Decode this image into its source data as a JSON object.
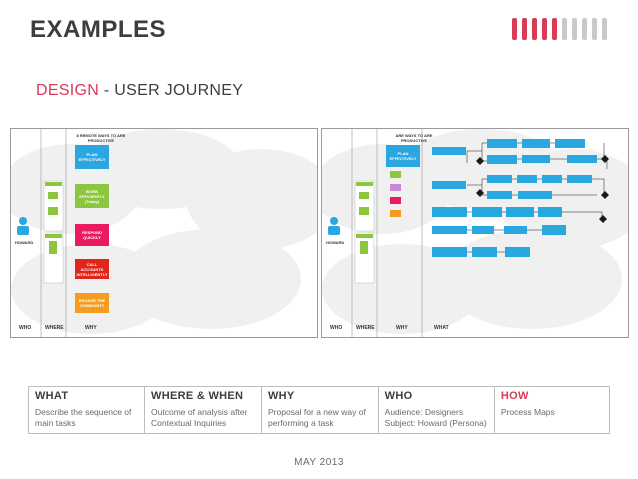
{
  "title": "EXAMPLES",
  "subtitle": {
    "accent": "DESIGN",
    "rest": "- USER JOURNEY"
  },
  "colors": {
    "accent": "#d93a56",
    "plan": "#2aa6e0",
    "work": "#8cc63f",
    "respond": "#ea1b5e",
    "call": "#e1251b",
    "orange": "#f39c1e",
    "blue": "#29a8e0"
  },
  "left_diagram": {
    "header": "8 REMOTE WAYS TO ARE PRODUCTIVE",
    "persona": "HOWARD",
    "lanes": {
      "who": "WHO",
      "where": "WHERE",
      "why": "WHY"
    },
    "steps": [
      "PLAN EFFECTIVELY",
      "WORK EFFICIENTLY (Today)",
      "RESPOND QUICKLY",
      "CALL ACCOUNTS INTELLIGENTLY",
      "ENGAGE THE COMMUNITY"
    ]
  },
  "right_diagram": {
    "header": "ARE WAYS TO ARE PRODUCTIVE",
    "persona": "HOWARD",
    "lanes": {
      "who": "WHO",
      "where": "WHERE",
      "why": "WHY",
      "what": "WHAT"
    },
    "main_step": "PLAN EFFECTIVELY"
  },
  "summary": [
    {
      "head": "WHAT",
      "body": "Describe the sequence of main tasks"
    },
    {
      "head": "WHERE & WHEN",
      "body": "Outcome of analysis after Contextual Inquiries"
    },
    {
      "head": "WHY",
      "body": "Proposal for a new way of performing a task"
    },
    {
      "head": "WHO",
      "body": "Audience: Designers\nSubject: Howard (Persona)"
    },
    {
      "head": "HOW",
      "body": "Process Maps"
    }
  ],
  "footer": "MAY 2013"
}
